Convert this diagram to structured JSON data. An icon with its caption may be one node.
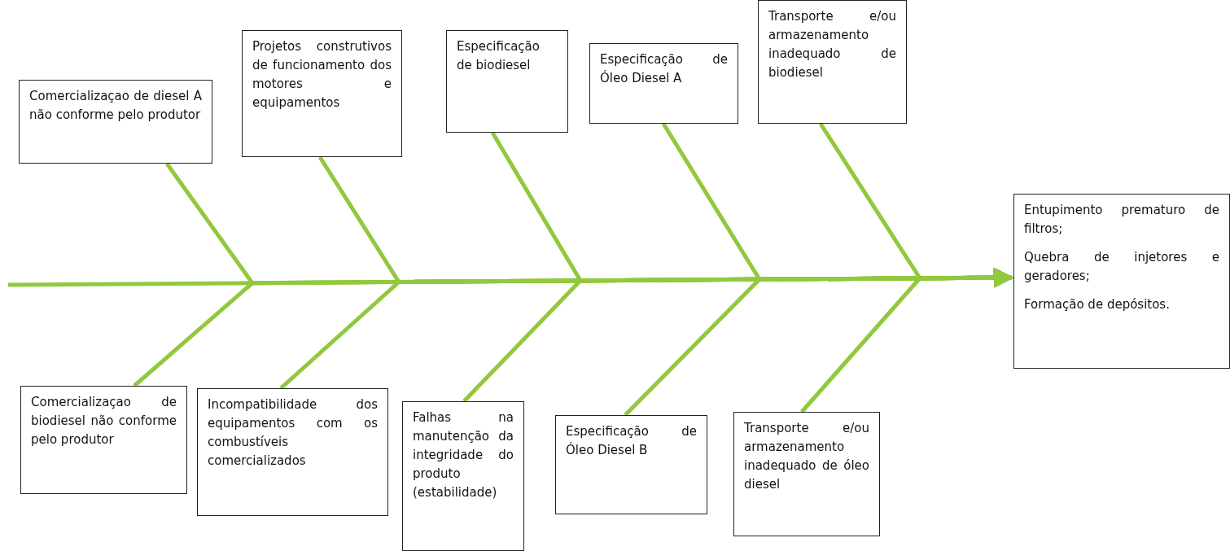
{
  "diagram": {
    "nodes": [
      {
        "text": [
          "Comercializaçao de diesel A não conforme pelo produtor"
        ]
      },
      {
        "text": [
          "Projetos construtivos de funcionamento dos motores e equipamentos"
        ]
      },
      {
        "text": [
          "Especificação de biodiesel"
        ]
      },
      {
        "text": [
          "Especificação de Óleo Diesel A"
        ]
      },
      {
        "text": [
          "Transporte e/ou armazenamento inadequado de biodiesel"
        ]
      },
      {
        "text": [
          "Comercializaçao de biodiesel não conforme pelo produtor"
        ]
      },
      {
        "text": [
          "Incompatibilidade dos equipamentos com os combustíveis comercializados"
        ]
      },
      {
        "text": [
          "Falhas na manutenção da integridade do produto (estabilidade)"
        ]
      },
      {
        "text": [
          "Especificação de Óleo Diesel B"
        ]
      },
      {
        "text": [
          "Transporte e/ou armazenamento inadequado de óleo diesel"
        ]
      },
      {
        "text": [
          "Entupimento prematuro de filtros;",
          "Quebra de injetores e geradores;",
          "Formação de depósitos."
        ]
      }
    ],
    "edges": [
      {
        "from": 0,
        "to": 10,
        "arrow": "to"
      },
      {
        "from": 1,
        "to": 10,
        "arrow": "to"
      },
      {
        "from": 2,
        "to": 10,
        "arrow": "to"
      },
      {
        "from": 3,
        "to": 10,
        "arrow": "to"
      },
      {
        "from": 4,
        "to": 10,
        "arrow": "to"
      },
      {
        "from": 5,
        "to": 10,
        "arrow": "to"
      },
      {
        "from": 6,
        "to": 10,
        "arrow": "to"
      },
      {
        "from": 7,
        "to": 10,
        "arrow": "to"
      },
      {
        "from": 8,
        "to": 10,
        "arrow": "to"
      },
      {
        "from": 9,
        "to": 10,
        "arrow": "to"
      },
      {
        "from": null,
        "to": 10,
        "arrow": "to"
      }
    ]
  }
}
